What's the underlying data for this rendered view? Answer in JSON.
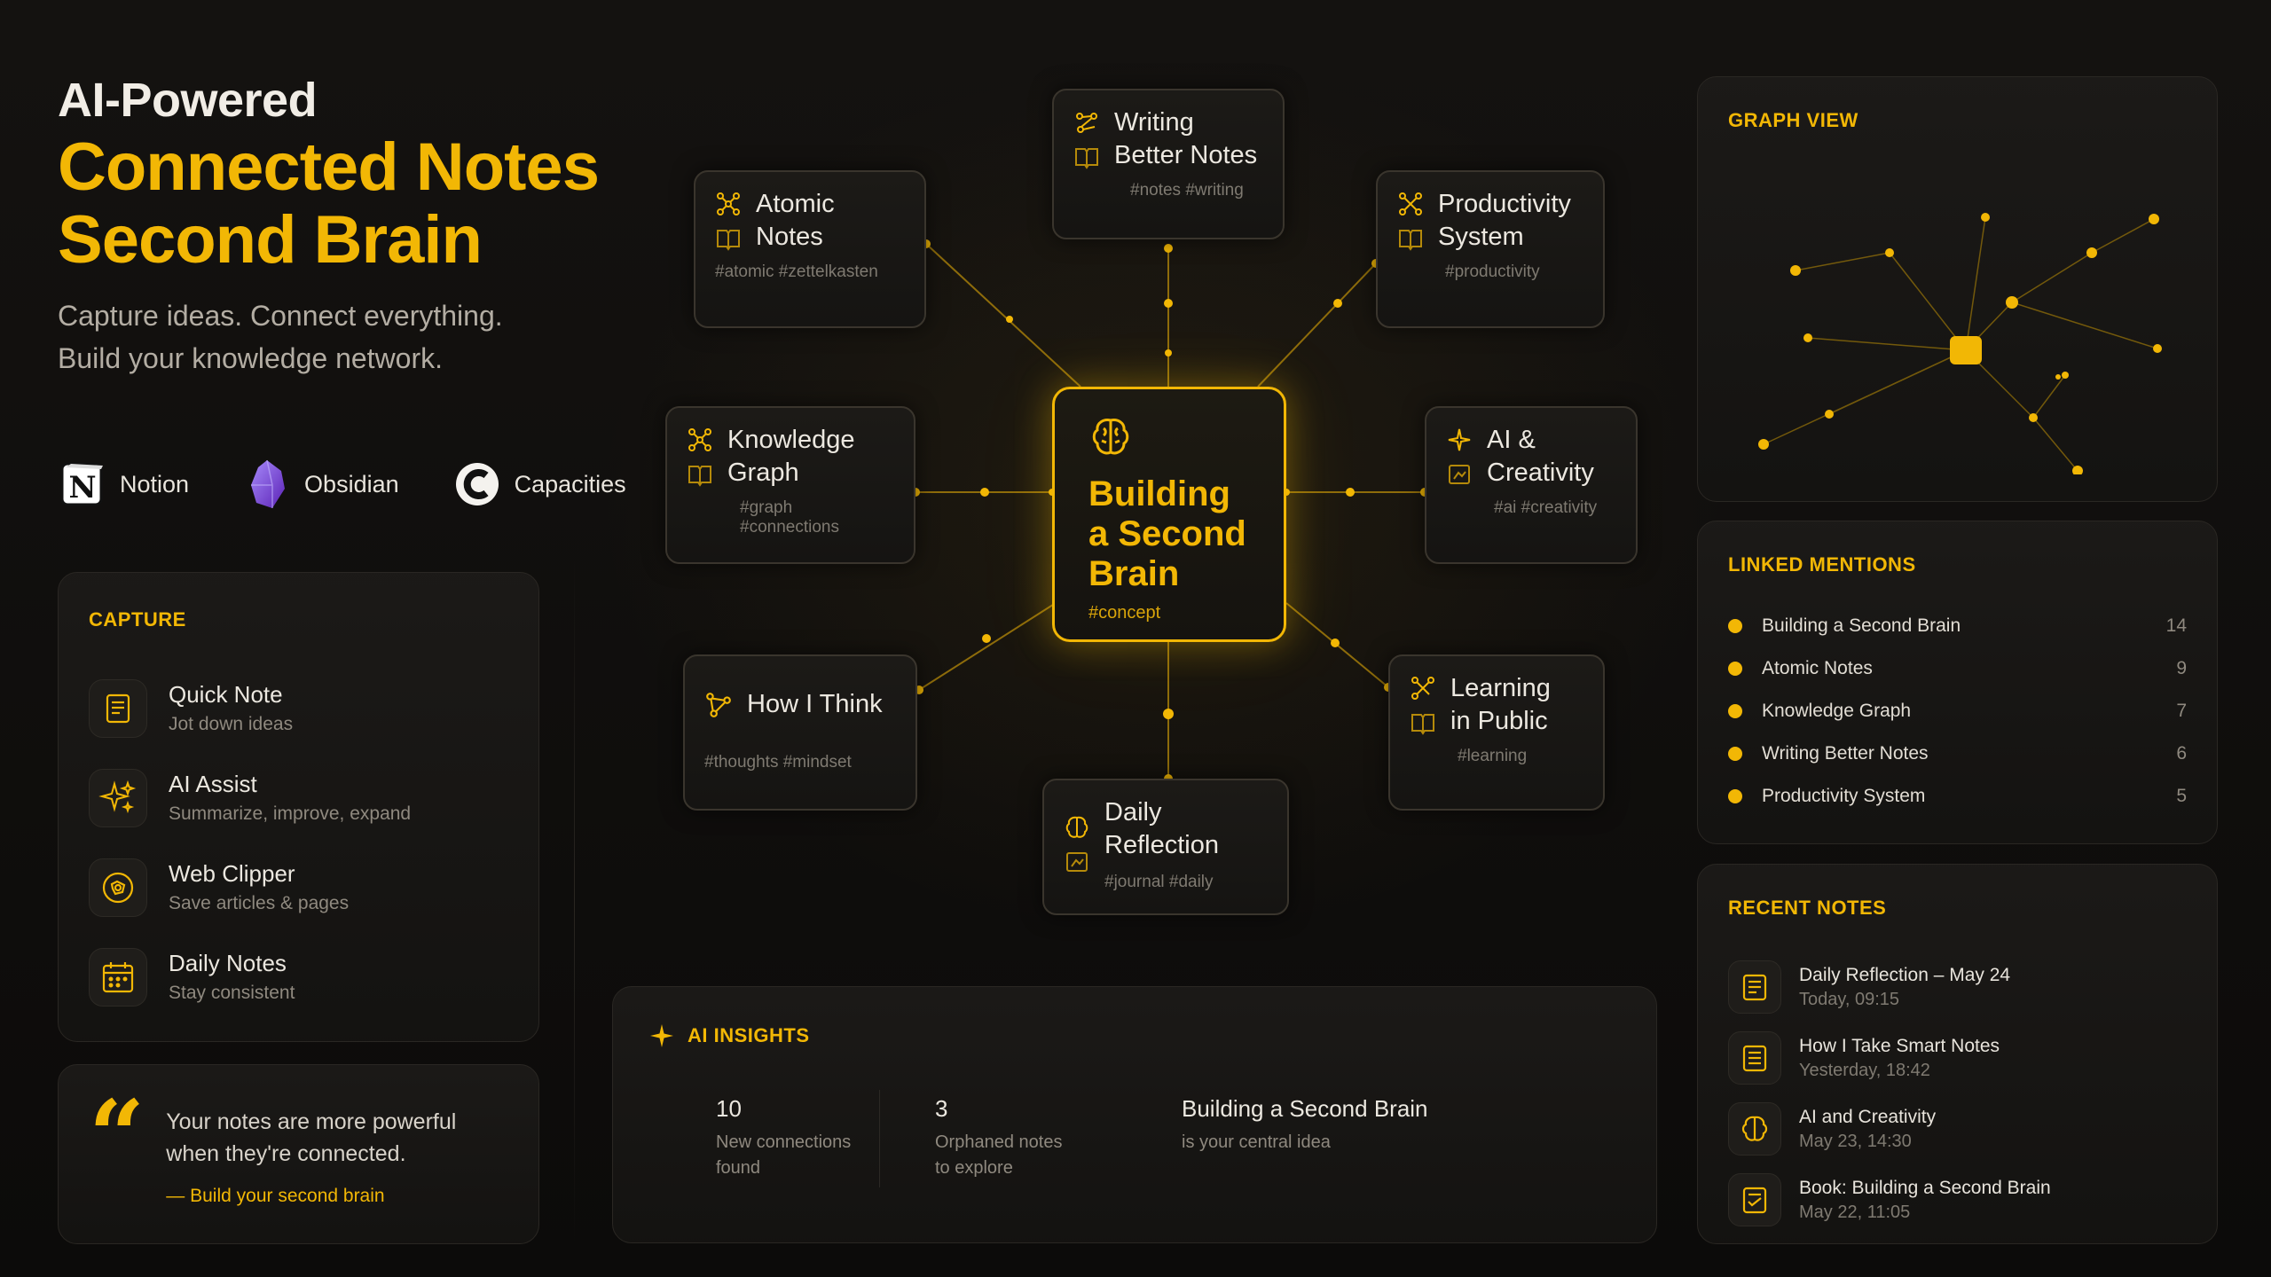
{
  "hero": {
    "pre": "AI-Powered",
    "title_line1": "Connected Notes",
    "title_line2": "Second Brain",
    "sub_line1": "Capture ideas. Connect everything.",
    "sub_line2": "Build your knowledge network."
  },
  "apps": [
    {
      "label": "Notion",
      "icon": "notion-icon"
    },
    {
      "label": "Obsidian",
      "icon": "obsidian-icon"
    },
    {
      "label": "Capacities",
      "icon": "capacities-icon"
    }
  ],
  "capture": {
    "title": "CAPTURE",
    "items": [
      {
        "title": "Quick Note",
        "subtitle": "Jot down ideas",
        "icon": "note-icon"
      },
      {
        "title": "AI Assist",
        "subtitle": "Summarize, improve, expand",
        "icon": "sparkle-icon"
      },
      {
        "title": "Web Clipper",
        "subtitle": "Save articles & pages",
        "icon": "clipper-icon"
      },
      {
        "title": "Daily Notes",
        "subtitle": "Stay consistent",
        "icon": "calendar-icon"
      }
    ]
  },
  "quote": {
    "text_line1": "Your notes are more powerful",
    "text_line2": "when they're connected.",
    "signature": "— Build your second brain"
  },
  "center": {
    "line1": "Building",
    "line2": "a Second",
    "line3": "Brain",
    "tag": "#concept",
    "icon": "brain-icon"
  },
  "nodes": {
    "writing": {
      "line1": "Writing",
      "line2": "Better Notes",
      "tags": "#notes #writing"
    },
    "atomic": {
      "line1": "Atomic",
      "line2": "Notes",
      "tags": "#atomic #zettelkasten"
    },
    "productivity": {
      "line1": "Productivity",
      "line2": "System",
      "tags": "#productivity"
    },
    "knowledge": {
      "line1": "Knowledge",
      "line2": "Graph",
      "tags": "#graph #connections"
    },
    "ai": {
      "line1": "AI &",
      "line2": "Creativity",
      "tags": "#ai #creativity"
    },
    "think": {
      "line1": "How I Think",
      "tags": "#thoughts #mindset"
    },
    "learning": {
      "line1": "Learning",
      "line2": "in Public",
      "tags": "#learning"
    },
    "daily": {
      "line1": "Daily Reflection",
      "tags": "#journal #daily"
    }
  },
  "insights": {
    "title": "AI INSIGHTS",
    "items": [
      {
        "value": "10",
        "line1": "New connections",
        "line2": "found"
      },
      {
        "value": "3",
        "line1": "Orphaned notes",
        "line2": "to explore"
      },
      {
        "value": "Building a Second Brain",
        "line1": "is your central idea",
        "line2": ""
      }
    ]
  },
  "graph_view": {
    "title": "GRAPH VIEW"
  },
  "linked_mentions": {
    "title": "LINKED MENTIONS",
    "items": [
      {
        "name": "Building a Second Brain",
        "count": "14"
      },
      {
        "name": "Atomic Notes",
        "count": "9"
      },
      {
        "name": "Knowledge Graph",
        "count": "7"
      },
      {
        "name": "Writing Better Notes",
        "count": "6"
      },
      {
        "name": "Productivity System",
        "count": "5"
      }
    ]
  },
  "recent_notes": {
    "title": "RECENT NOTES",
    "items": [
      {
        "title": "Daily Reflection – May 24",
        "time": "Today, 09:15",
        "icon": "journal-icon"
      },
      {
        "title": "How I Take Smart Notes",
        "time": "Yesterday, 18:42",
        "icon": "note-icon"
      },
      {
        "title": "AI and Creativity",
        "time": "May 23, 14:30",
        "icon": "brain-icon"
      },
      {
        "title": "Book: Building a Second Brain",
        "time": "May 22, 11:05",
        "icon": "book-note-icon"
      }
    ]
  },
  "colors": {
    "accent": "#f2b705",
    "background": "#0d0c0b",
    "panel": "#1a1816"
  }
}
